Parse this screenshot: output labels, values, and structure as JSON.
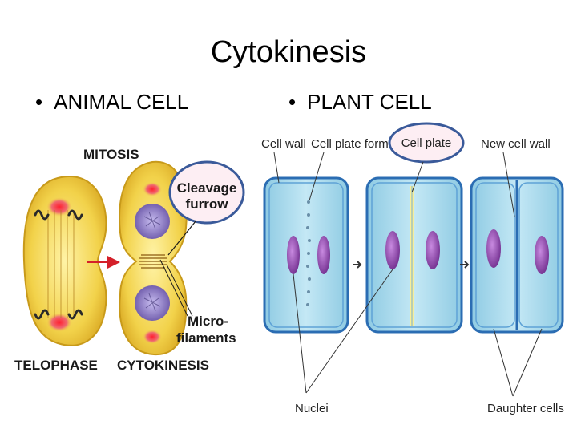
{
  "title": "Cytokinesis",
  "bullets": {
    "animal": "ANIMAL CELL",
    "plant": "PLANT CELL",
    "marker": "•"
  },
  "animal_panel": {
    "heading": "MITOSIS",
    "callout_cleavage_line1": "Cleavage",
    "callout_cleavage_line2": "furrow",
    "micro_line1": "Micro-",
    "micro_line2": "filaments",
    "stage_left": "TELOPHASE",
    "stage_right": "CYTOKINESIS"
  },
  "plant_panel": {
    "cell_wall": "Cell wall",
    "cell_plate_forming": "Cell plate forming",
    "cell_plate": "Cell plate",
    "new_cell_wall": "New cell wall",
    "nuclei": "Nuclei",
    "daughter_cells": "Daughter cells"
  },
  "colors": {
    "animal_cell_fill": "#f2d24a",
    "animal_cell_edge": "#c89a1a",
    "nucleus": "#7d6bb5",
    "centrosome": "#e8303a",
    "callout_ring": "#3a5a9a",
    "callout_fill": "#fdeef3",
    "arrow_red": "#d4202a",
    "plant_cell_fill": "#a9d9ec",
    "plant_cell_edge": "#2b6db3",
    "plant_nucleus": "#8e4aa6",
    "cell_plate_highlight": "#f7ee9a"
  }
}
